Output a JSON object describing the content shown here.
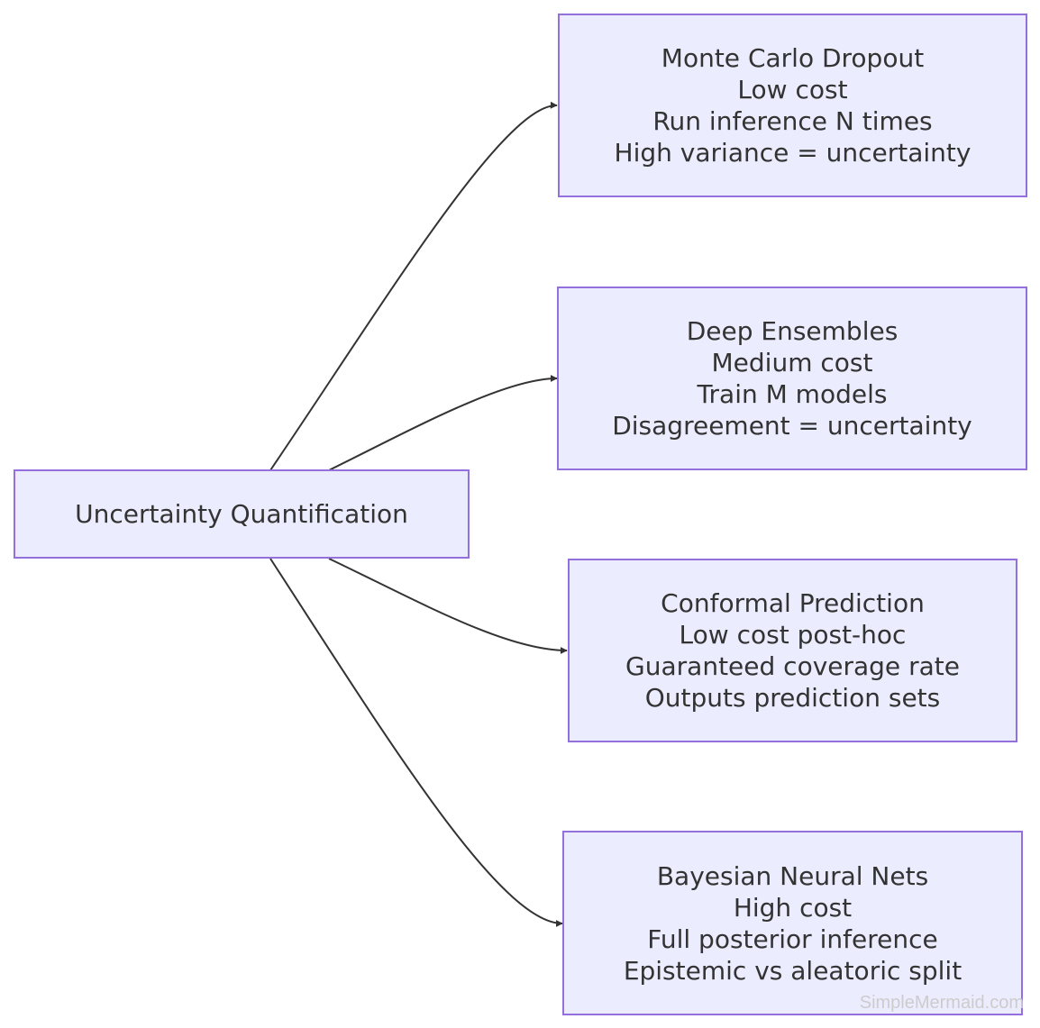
{
  "root": {
    "label": "Uncertainty Quantification"
  },
  "methods": [
    {
      "title": "Monte Carlo Dropout",
      "cost": "Low cost",
      "detail_1": "Run inference N times",
      "detail_2": "High variance = uncertainty"
    },
    {
      "title": "Deep Ensembles",
      "cost": "Medium cost",
      "detail_1": "Train M models",
      "detail_2": "Disagreement = uncertainty"
    },
    {
      "title": "Conformal Prediction",
      "cost": "Low cost post-hoc",
      "detail_1": "Guaranteed coverage rate",
      "detail_2": "Outputs prediction sets"
    },
    {
      "title": "Bayesian Neural Nets",
      "cost": "High cost",
      "detail_1": "Full posterior inference",
      "detail_2": "Epistemic vs aleatoric split"
    }
  ],
  "watermark": "SimpleMermaid.com",
  "colors": {
    "node_fill": "#ececff",
    "node_border": "#9370db",
    "text": "#333333",
    "edge": "#333333"
  }
}
